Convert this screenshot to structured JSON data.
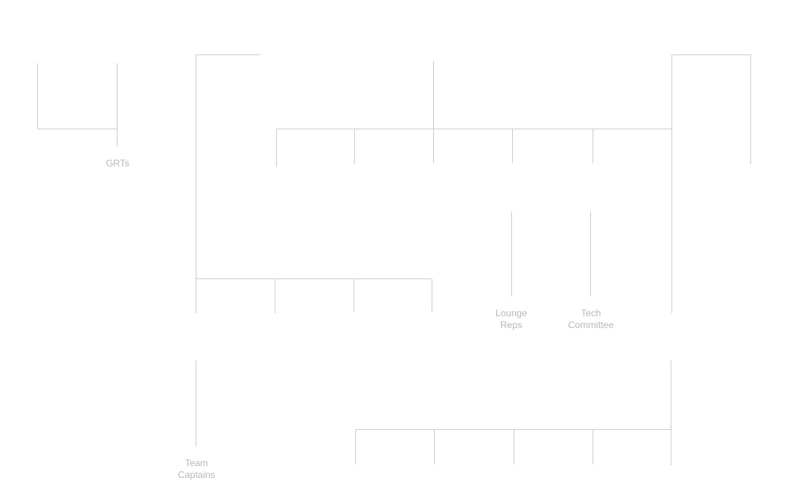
{
  "diagram": {
    "type": "org-chart",
    "line_color": "#cfcfcf",
    "text_color": "#b8b8b8",
    "background": "#ffffff",
    "labels": {
      "grts": "GRTs",
      "lounge_reps": "Lounge\nReps",
      "tech_committee": "Tech\nCommittee",
      "team_captains": "Team\nCaptains"
    }
  }
}
